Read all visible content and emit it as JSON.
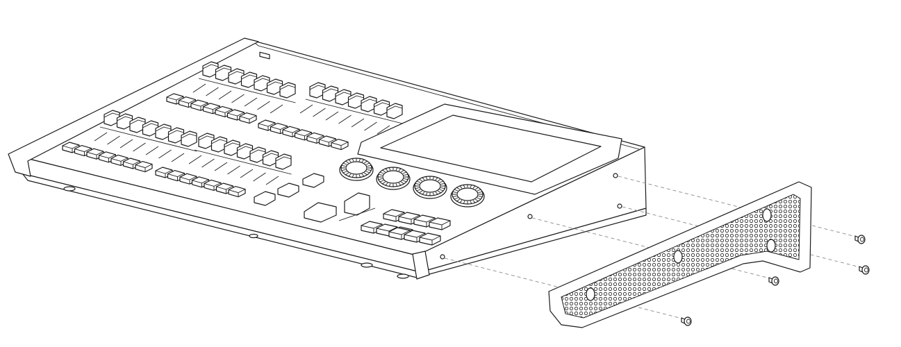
{
  "figure": {
    "kind": "exploded assembly line drawing",
    "colors": {
      "line": "#1a1a1a",
      "fill": "#ffffff",
      "guide": "#8a8a8a"
    }
  },
  "console": {
    "fader_bank_top_left": {
      "faders": 7
    },
    "fader_bank_top_right": {
      "faders": 7
    },
    "fader_bank_mid_left": {
      "faders": 7
    },
    "fader_bank_mid_right": {
      "faders": 7
    },
    "button_row_count": 4,
    "buttons_per_row": 7,
    "encoders": 4,
    "has_touchscreen": true
  },
  "bracket": {
    "pattern": "perforated mesh",
    "mount_holes": 4
  },
  "screws": {
    "count": 4
  }
}
